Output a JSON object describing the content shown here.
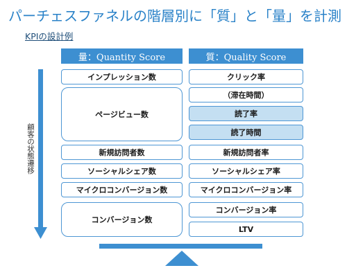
{
  "title": "パーチェスファネルの階層別に「質」と「量」を計測",
  "subtitle": "KPIの設計例",
  "left_column": {
    "header": "量：Quantity Score",
    "items": [
      "インプレッション数",
      "ページビュー数",
      "新規訪問者数",
      "ソーシャルシェア数",
      "マイクロコンバージョン数",
      "コンバージョン数"
    ]
  },
  "right_column": {
    "header": "質：Quality Score",
    "items": [
      "クリック率",
      "（滞在時間）",
      "読了率",
      "読了時間",
      "新規訪問者率",
      "ソーシャルシェア率",
      "マイクロコンバージョン率",
      "コンバージョン率",
      "LTV"
    ]
  },
  "vertical_label": "顧客の状態遷移",
  "colors": {
    "accent": "#2a82c8",
    "header_bg": "#3d8fd1",
    "box_border": "#4d96d4",
    "highlight": "#c4dff2",
    "arrow": "#3d8fd1"
  }
}
